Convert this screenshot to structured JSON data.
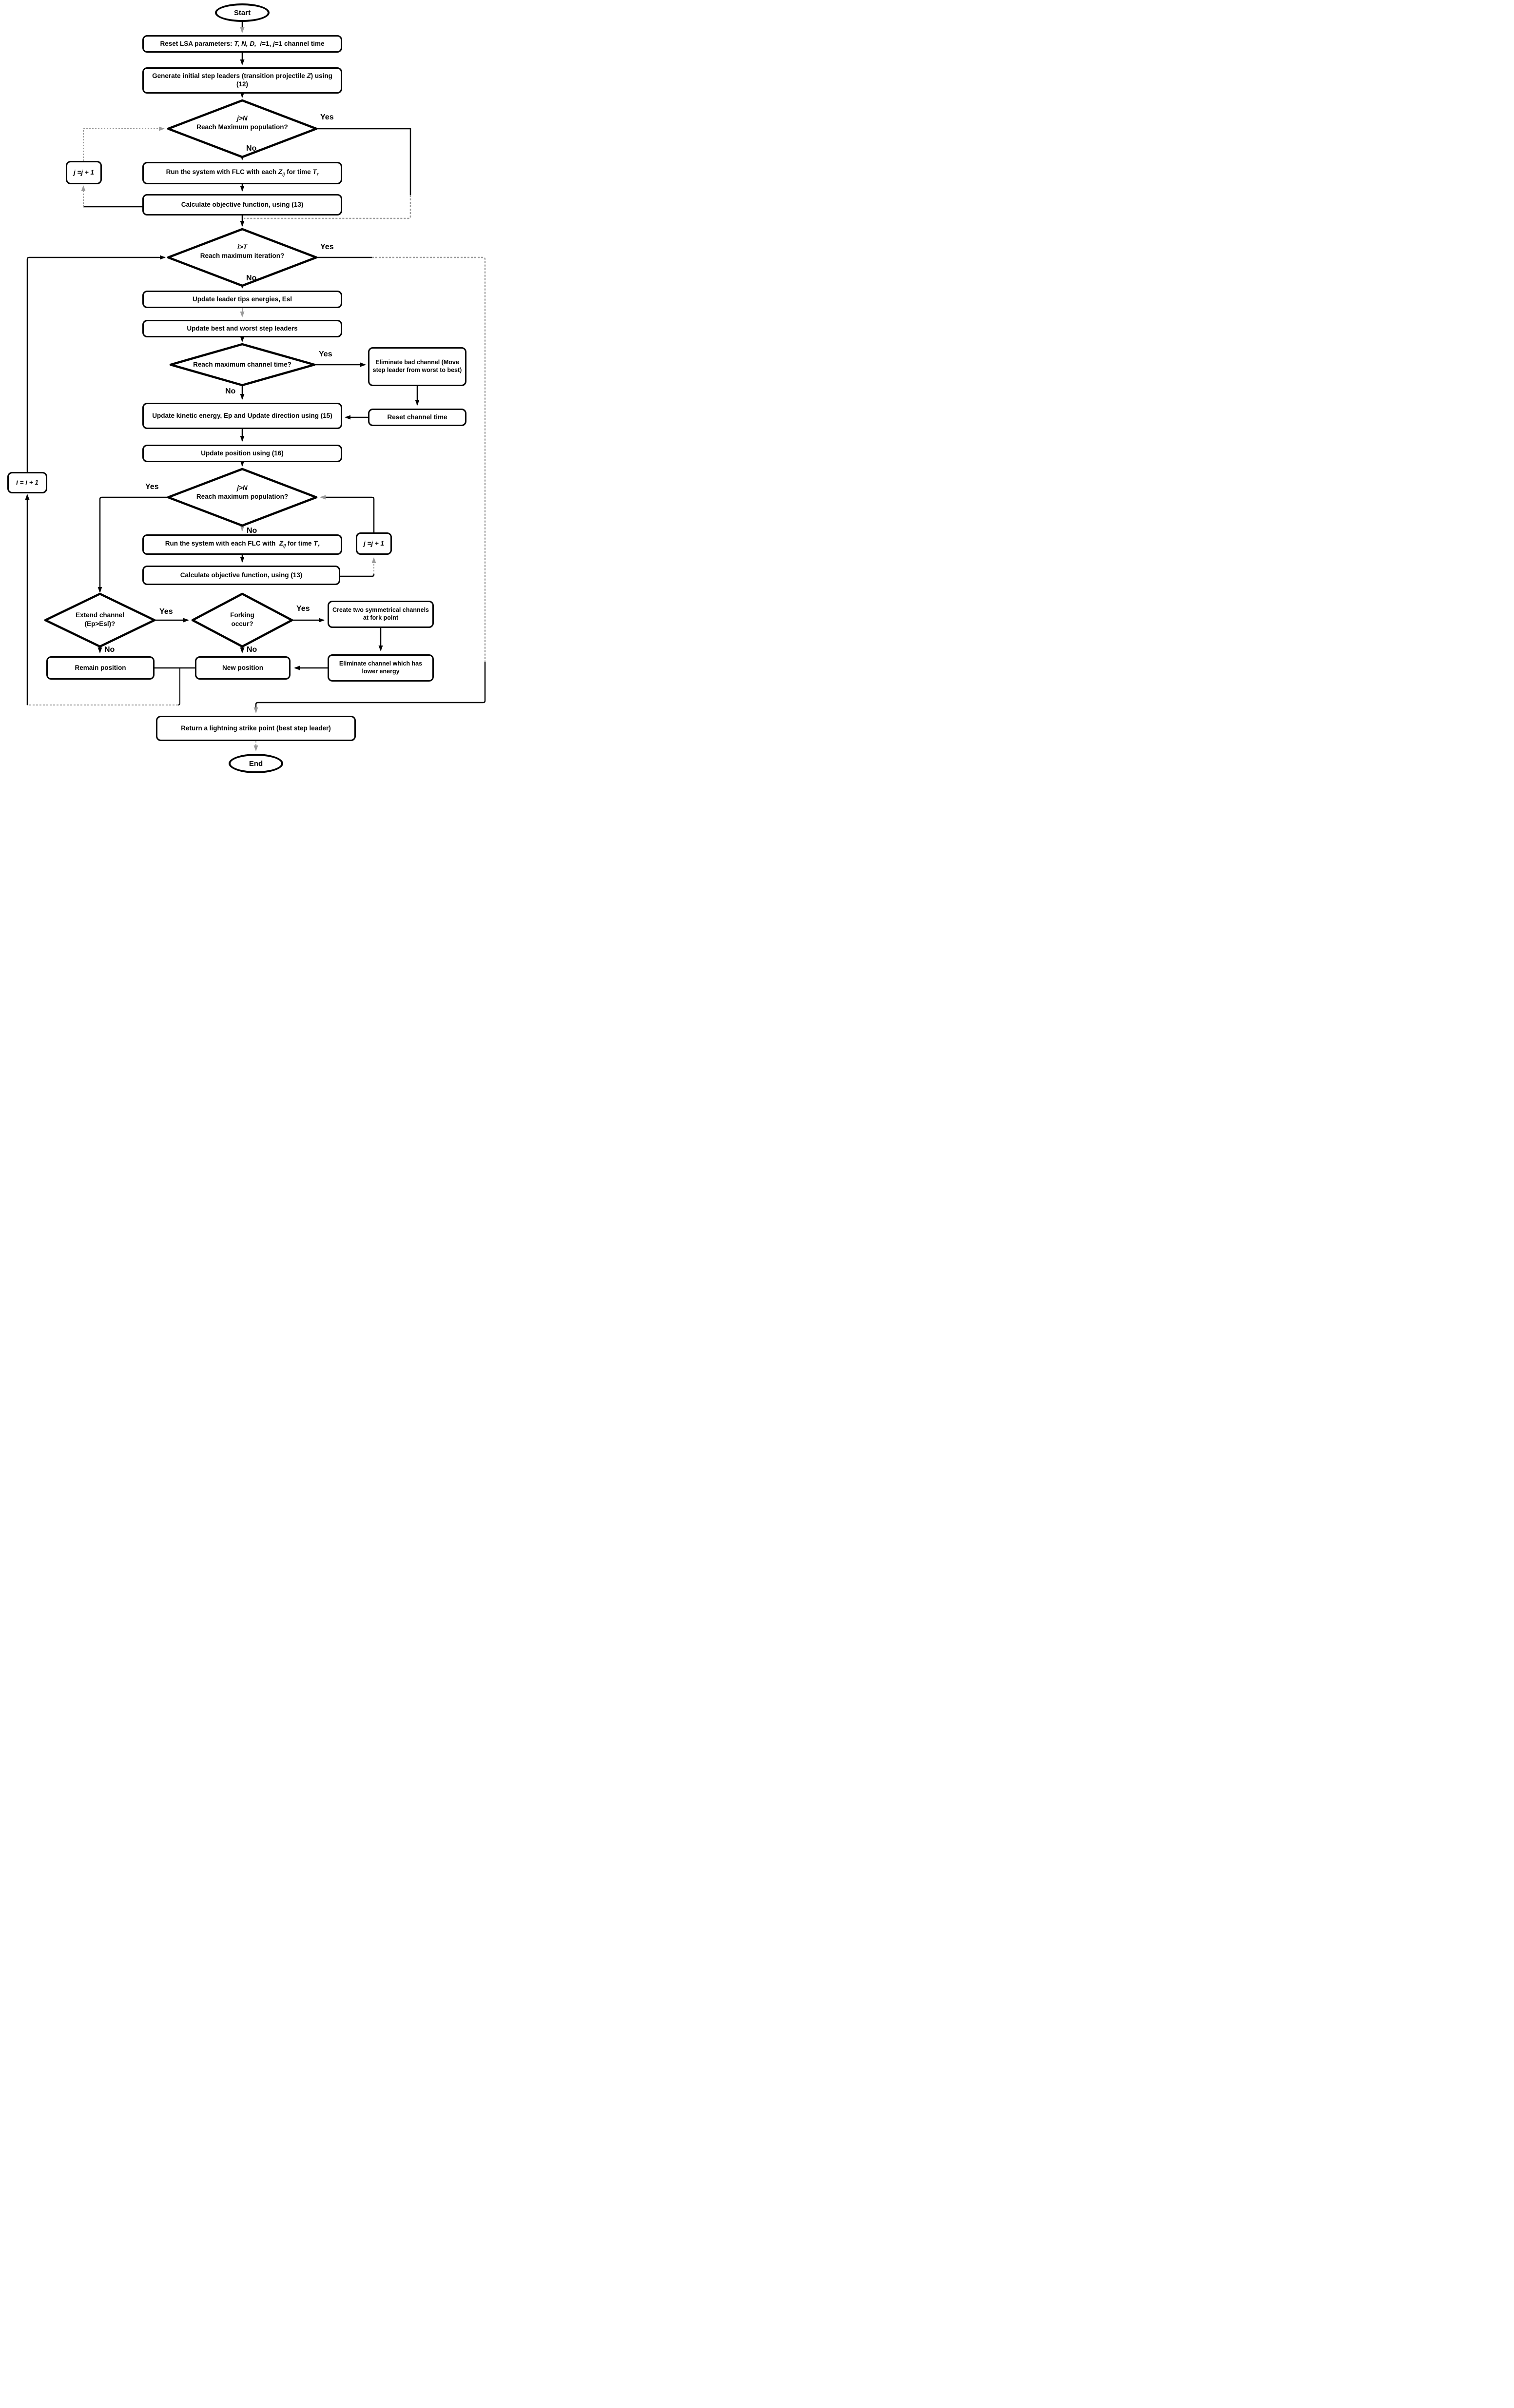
{
  "diagram": {
    "type": "flowchart",
    "topic": "Lightning Search Algorithm (LSA) optimization flow",
    "edge_labels": {
      "yes": "Yes",
      "no": "No"
    },
    "colors": {
      "line": "#000000",
      "gray_line": "#9a9a9a",
      "shape_fill": "#ffffff",
      "text": "#000000"
    },
    "nodes": {
      "start": "Start",
      "reset": {
        "a": "Reset LSA parameters: ",
        "b": "T, N, D,",
        "c": "  ",
        "d": "i",
        "e": "=1, ",
        "f": "j",
        "g": "=1 channel time"
      },
      "generate": {
        "a": "Generate initial step leaders (transition projectile ",
        "b": "Z",
        "c": ") using (12)"
      },
      "d1": {
        "line1": "j>N",
        "line2": "Reach Maximum population?"
      },
      "jj1": "j =j + 1",
      "run1": {
        "a": "Run the system with FLC with each ",
        "b": "Z",
        "bsub": "ij",
        "c": " for time ",
        "d": "T",
        "dsub": "r"
      },
      "calc1": "Calculate objective function, using (13)",
      "d2": {
        "line1": "i>T",
        "line2": "Reach maximum iteration?"
      },
      "esl": "Update leader tips energies, Esl",
      "best": "Update best and worst step leaders",
      "d3": "Reach maximum channel time?",
      "elim_bad": "Eliminate bad channel (Move step leader from worst to best)",
      "reset_ct": "Reset channel time",
      "kinetic": "Update kinetic energy, Ep and Update direction using (15)",
      "position": "Update position using (16)",
      "d4": {
        "line1": "j>N",
        "line2": "Reach maximum population?"
      },
      "jj2": "j =j + 1",
      "run2": {
        "a": "Run the system with each FLC with  ",
        "b": "Z",
        "bsub": "ij",
        "c": " for time ",
        "d": "T",
        "dsub": "r"
      },
      "calc2": "Calculate objective function, using (13)",
      "iplus": "i = i + 1",
      "d5": {
        "line1": "Extend channel",
        "line2": "(Ep>Esl)?"
      },
      "d6": {
        "line1": "Forking",
        "line2": "occur?"
      },
      "create_fork": "Create two symmetrical channels at fork point",
      "elim_lower": "Eliminate channel which has lower energy",
      "remain": "Remain position",
      "new_position": "New position",
      "return": "Return a lightning strike point (best step leader)",
      "end": "End"
    }
  }
}
